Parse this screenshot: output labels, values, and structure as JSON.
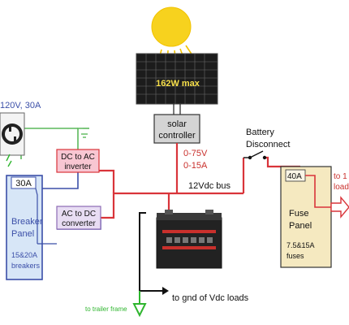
{
  "colors": {
    "dc_red": "#d9343a",
    "ac_green": "#5cb85c",
    "ac_blue": "#3b4fa8",
    "sun": "#f7d21e",
    "panel_fill": "#d7e6f7",
    "fuse_fill": "#f5e9c0",
    "inverter_fill": "#f8c6d2",
    "converter_fill": "#e8ddf3",
    "controller_fill": "#d4d4d4",
    "ground_green": "#2eb52e"
  },
  "solar_panel": {
    "label": "162W max",
    "icon": "solar-panel-icon"
  },
  "sun": {
    "icon": "sun-icon"
  },
  "controller": {
    "line1": "solar",
    "line2": "controller"
  },
  "controller_spec": {
    "voltage": "0-75V",
    "current": "0-15A"
  },
  "battery_disconnect": {
    "line1": "Battery",
    "line2": "Disconnect",
    "icon": "switch-icon"
  },
  "bus": {
    "label": "12Vdc bus"
  },
  "battery": {
    "icon": "battery-icon"
  },
  "ground_vdc": {
    "label": "to gnd of Vdc loads"
  },
  "ground_frame": {
    "label": "to trailer frame",
    "icon": "ground-icon"
  },
  "inverter": {
    "line1": "DC to AC",
    "line2": "inverter"
  },
  "converter": {
    "line1": "AC to DC",
    "line2": "converter"
  },
  "shore_power": {
    "label": "120V, 30A",
    "icon": "outlet-icon"
  },
  "breaker_panel": {
    "rating": "30A",
    "line1": "Breaker",
    "line2": "Panel",
    "line3": "15&20A",
    "line4": "breakers"
  },
  "fuse_panel": {
    "rating": "40A",
    "line1": "Fuse",
    "line2": "Panel",
    "line3": "7.5&15A",
    "line4": "fuses"
  },
  "fuse_output": {
    "line1": "to 1",
    "line2": "load"
  }
}
